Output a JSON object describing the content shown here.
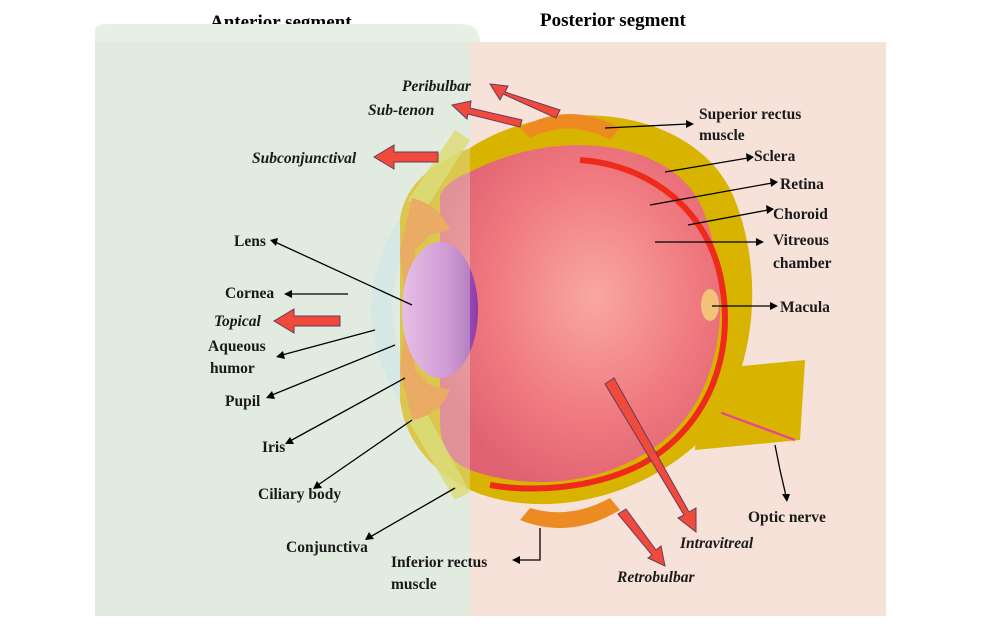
{
  "segments": {
    "anterior": "Anterior segment",
    "posterior": "Posterior segment"
  },
  "structures": {
    "superior_rectus_1": "Superior rectus",
    "superior_rectus_2": "muscle",
    "sclera": "Sclera",
    "retina": "Retina",
    "choroid": "Choroid",
    "vitreous_1": "Vitreous",
    "vitreous_2": "chamber",
    "macula": "Macula",
    "optic_nerve": "Optic nerve",
    "lens": "Lens",
    "cornea": "Cornea",
    "aqueous_1": "Aqueous",
    "aqueous_2": "humor",
    "pupil": "Pupil",
    "iris": "Iris",
    "ciliary_body": "Ciliary  body",
    "conjunctiva": "Conjunctiva",
    "inferior_rectus_1": "Inferior rectus",
    "inferior_rectus_2": "muscle"
  },
  "routes": {
    "peribulbar": "Peribulbar",
    "subtenon": "Sub-tenon",
    "subconjunctival": "Subconjunctival",
    "topical": "Topical",
    "intravitreal": "Intravitreal",
    "retrobulbar": "Retrobulbar"
  },
  "colors": {
    "anterior_bg": "#e2ece0",
    "posterior_bg": "#f6e2d9",
    "sclera": "#d8b400",
    "retina": "#ee2a1a",
    "vitreous": "#f07a80",
    "lens": "#d77ad8",
    "cornea": "#cde6ea",
    "iris": "#ee8a22",
    "route_arrow": "#f04a3c"
  }
}
